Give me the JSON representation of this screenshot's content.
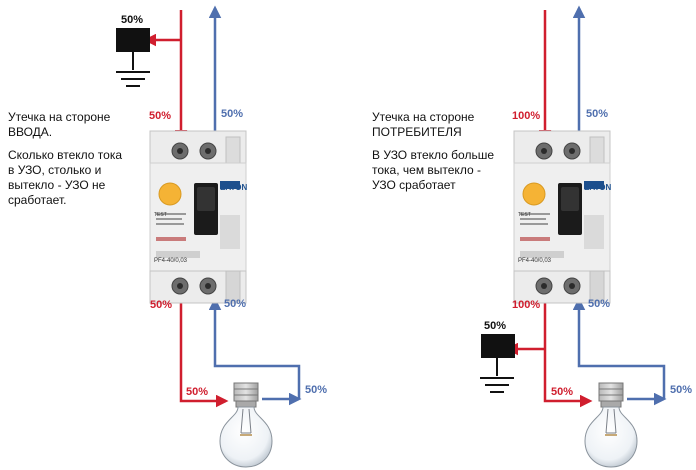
{
  "colors": {
    "phase": "#d01e2e",
    "neutral": "#4f6fae",
    "ground": "#111111",
    "device_body": "#e9e9e9",
    "knob": "#f5b335"
  },
  "left": {
    "desc_line1": "Утечка на стороне\nВВОДА.",
    "desc_line2": "Сколько втекло тока\nв УЗО, столько и\nвытекло - УЗО не\nсработает.",
    "leak_label": "50%",
    "in_phase": "50%",
    "in_neutral": "50%",
    "out_phase": "50%",
    "out_neutral": "50%",
    "lamp_phase": "50%",
    "lamp_neutral": "50%"
  },
  "right": {
    "desc_line1": "Утечка на стороне\nПОТРЕБИТЕЛЯ",
    "desc_line2": "В УЗО втекло больше\nтока, чем вытекло -\nУЗО сработает",
    "leak_label": "50%",
    "in_phase": "100%",
    "in_neutral": "50%",
    "out_phase": "100%",
    "out_neutral": "50%",
    "lamp_phase": "50%",
    "lamp_neutral": "50%"
  },
  "device": {
    "brand": "EATON",
    "model": "PF4-40/0,03",
    "test_label": "TEST"
  }
}
